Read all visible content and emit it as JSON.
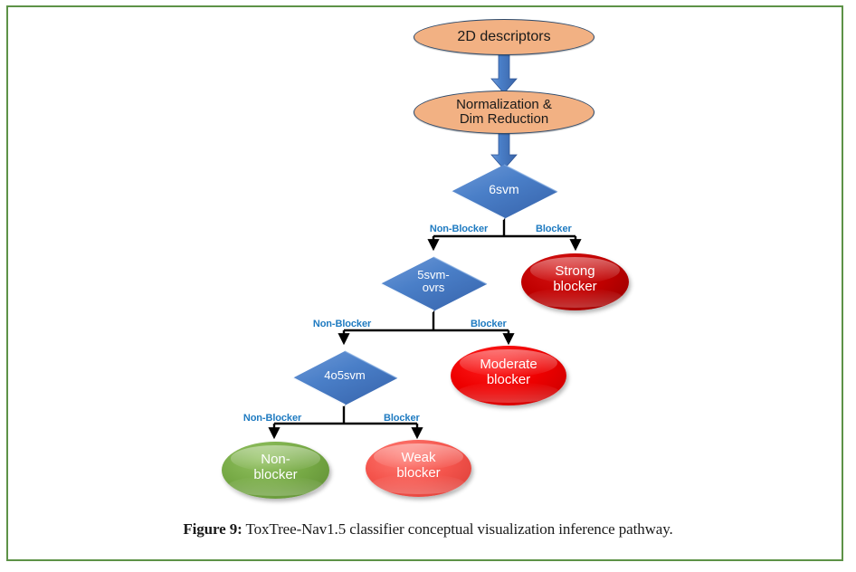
{
  "figure": {
    "caption_number": "Figure 9:",
    "caption_text": " ToxTree-Nav1.5 classifier conceptual visualization inference pathway.",
    "frame_color": "#5d9247"
  },
  "palette": {
    "process_fill": "#f2b183",
    "process_border": "#2e4a6b",
    "decision_fill": "#4472c4",
    "branch_label": "#1f7bc1",
    "connector": "#000000",
    "block_arrow": "#4472c4",
    "strong_blocker": "#c00000",
    "moderate_blocker": "#ee0000",
    "weak_blocker": "#f4544c",
    "non_blocker": "#76a945"
  },
  "diagram": {
    "type": "flowchart",
    "nodes": {
      "input": {
        "label": "2D descriptors",
        "shape": "ellipse",
        "role": "process"
      },
      "preprocess": {
        "label": "Normalization &\nDim Reduction",
        "line1": "Normalization &",
        "line2": "Dim Reduction",
        "shape": "ellipse",
        "role": "process"
      },
      "decision1": {
        "label": "6svm",
        "shape": "diamond",
        "role": "decision"
      },
      "decision2": {
        "label": "5svm-\novrs",
        "line1": "5svm-",
        "line2": "ovrs",
        "shape": "diamond",
        "role": "decision"
      },
      "decision3": {
        "label": "4o5svm",
        "shape": "diamond",
        "role": "decision"
      },
      "strong": {
        "line1": "Strong",
        "line2": "blocker",
        "shape": "ellipse",
        "role": "outcome"
      },
      "moderate": {
        "line1": "Moderate",
        "line2": "blocker",
        "shape": "ellipse",
        "role": "outcome"
      },
      "weak": {
        "line1": "Weak",
        "line2": "blocker",
        "shape": "ellipse",
        "role": "outcome"
      },
      "nonblocker": {
        "line1": "Non-",
        "line2": "blocker",
        "shape": "ellipse",
        "role": "outcome"
      }
    },
    "edge_labels": {
      "l1_left": "Non-Blocker",
      "l1_right": "Blocker",
      "l2_left": "Non-Blocker",
      "l2_right": "Blocker",
      "l3_left": "Non-Blocker",
      "l3_right": "Blocker"
    }
  }
}
